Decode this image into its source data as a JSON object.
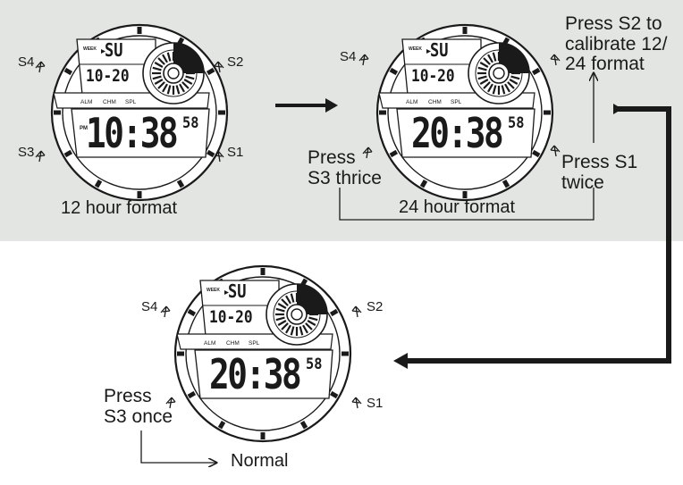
{
  "watch_display": {
    "week_label": "WEEK",
    "pm_label": "PM",
    "mode_labels": {
      "alm": "ALM",
      "chm": "CHM",
      "spl": "SPL"
    },
    "day": "SU",
    "date": "10-20",
    "seconds": "58"
  },
  "buttons": {
    "s1": "S1",
    "s2": "S2",
    "s3": "S3",
    "s4": "S4"
  },
  "watch_12h": {
    "time": "10:38",
    "caption": "12 hour format"
  },
  "watch_24h": {
    "time": "20:38",
    "caption": "24 hour format",
    "press_s3_lines": [
      "Press",
      "S3 thrice"
    ],
    "press_s1_lines": [
      "Press S1",
      "twice"
    ],
    "press_s2_lines": [
      "Press S2 to",
      "calibrate 12/",
      "24 format"
    ]
  },
  "watch_normal": {
    "time": "20:38",
    "press_s3_lines": [
      "Press",
      "S3 once"
    ],
    "result_label": "Normal"
  },
  "colors": {
    "band": "#e3e5e3",
    "ink": "#1a1a1a"
  }
}
